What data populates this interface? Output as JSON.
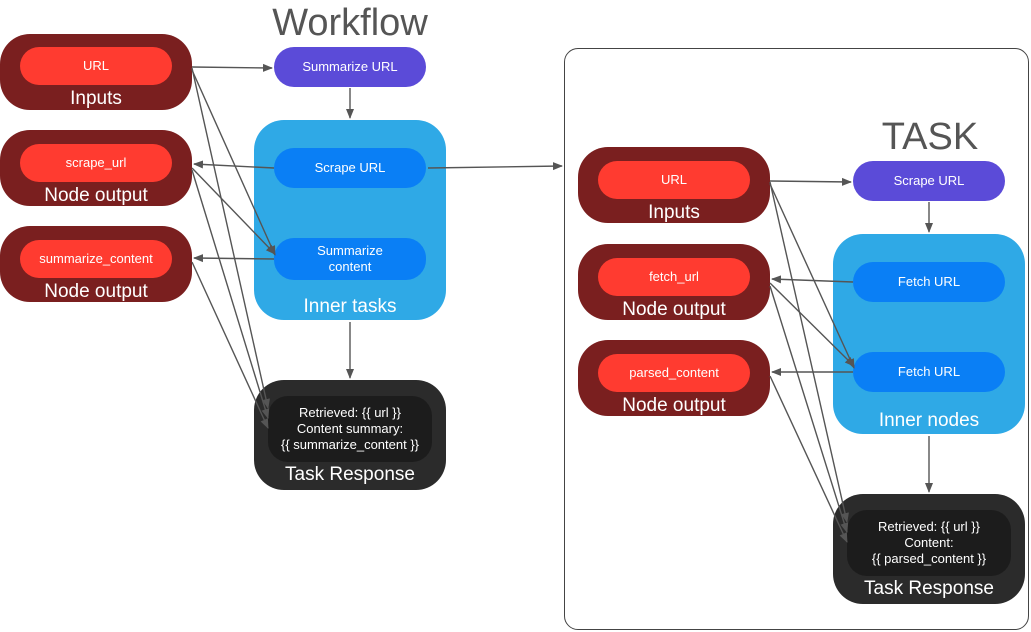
{
  "colors": {
    "input_outer": "#7a1f1f",
    "input_pill": "#ff3b30",
    "task_pill": "#5b4bd8",
    "inner_group": "#2fa9e6",
    "inner_pill": "#0a7ff5",
    "response_outer": "#2b2b2b",
    "arrow": "#555555"
  },
  "workflow": {
    "title": "Workflow",
    "inputs": {
      "pill": "URL",
      "label": "Inputs"
    },
    "node_output_1": {
      "pill": "scrape_url",
      "label": "Node output"
    },
    "node_output_2": {
      "pill": "summarize_content",
      "label": "Node output"
    },
    "task": "Summarize URL",
    "inner": {
      "label": "Inner tasks",
      "items": [
        "Scrape URL",
        "Summarize content"
      ]
    },
    "response": {
      "text": "Retrieved: {{ url }}\nContent summary:\n{{ summarize_content }}",
      "label": "Task Response"
    }
  },
  "task": {
    "title": "TASK",
    "inputs": {
      "pill": "URL",
      "label": "Inputs"
    },
    "node_output_1": {
      "pill": "fetch_url",
      "label": "Node output"
    },
    "node_output_2": {
      "pill": "parsed_content",
      "label": "Node output"
    },
    "task": "Scrape URL",
    "inner": {
      "label": "Inner nodes",
      "items": [
        "Fetch URL",
        "Fetch URL"
      ]
    },
    "response": {
      "text": "Retrieved: {{ url }}\nContent:\n{{ parsed_content }}",
      "label": "Task Response"
    }
  }
}
